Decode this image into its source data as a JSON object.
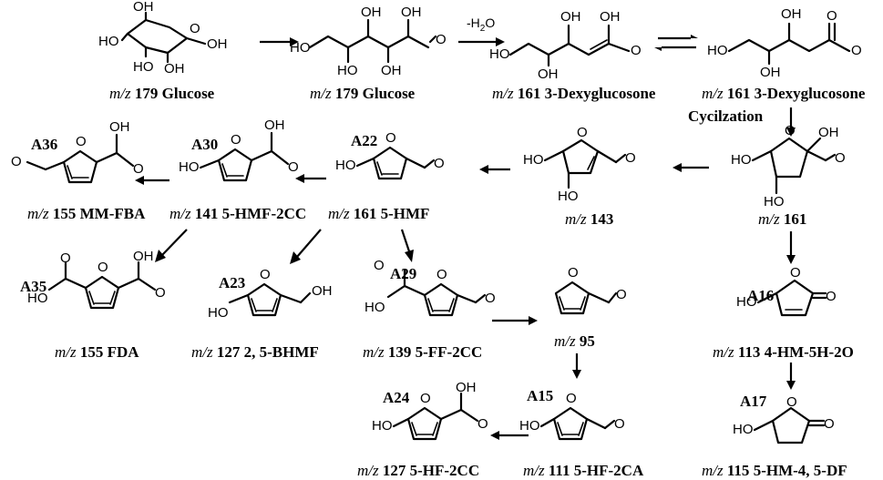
{
  "reactions": {
    "dehydration": "-H",
    "dehydration_sub": "2",
    "dehydration_end": "O",
    "cyclization": "Cycilzation"
  },
  "prefix": "m/z",
  "compounds": {
    "glucose_ring": {
      "mz": "179",
      "name": "Glucose"
    },
    "glucose_open": {
      "mz": "179",
      "name": "Glucose"
    },
    "deoxy_enol": {
      "mz": "161",
      "name": "3-Dexyglucosone"
    },
    "deoxy_keto": {
      "mz": "161",
      "name": "3-Dexyglucosone"
    },
    "cyclic161": {
      "mz": "161",
      "name": ""
    },
    "i143": {
      "mz": "143",
      "name": ""
    },
    "A22": {
      "id": "A22",
      "mz": "161",
      "name": "5-HMF"
    },
    "A30": {
      "id": "A30",
      "mz": "141",
      "name": "5-HMF-2CC"
    },
    "A36": {
      "id": "A36",
      "mz": "155",
      "name": "MM-FBA"
    },
    "A35": {
      "id": "A35",
      "mz": "155",
      "name": "FDA"
    },
    "A23": {
      "id": "A23",
      "mz": "127",
      "name": "2, 5-BHMF"
    },
    "A29": {
      "id": "A29",
      "mz": "139",
      "name": "5-FF-2CC"
    },
    "f95": {
      "mz": "95",
      "name": ""
    },
    "A16": {
      "id": "A16",
      "mz": "113",
      "name": "4-HM-5H-2O"
    },
    "A17": {
      "id": "A17",
      "mz": "115",
      "name": "5-HM-4, 5-DF"
    },
    "A15": {
      "id": "A15",
      "mz": "111",
      "name": "5-HF-2CA"
    },
    "A24": {
      "id": "A24",
      "mz": "127",
      "name": "5-HF-2CC"
    }
  },
  "atoms": {
    "OH": "OH",
    "HO": "HO",
    "O": "O"
  }
}
